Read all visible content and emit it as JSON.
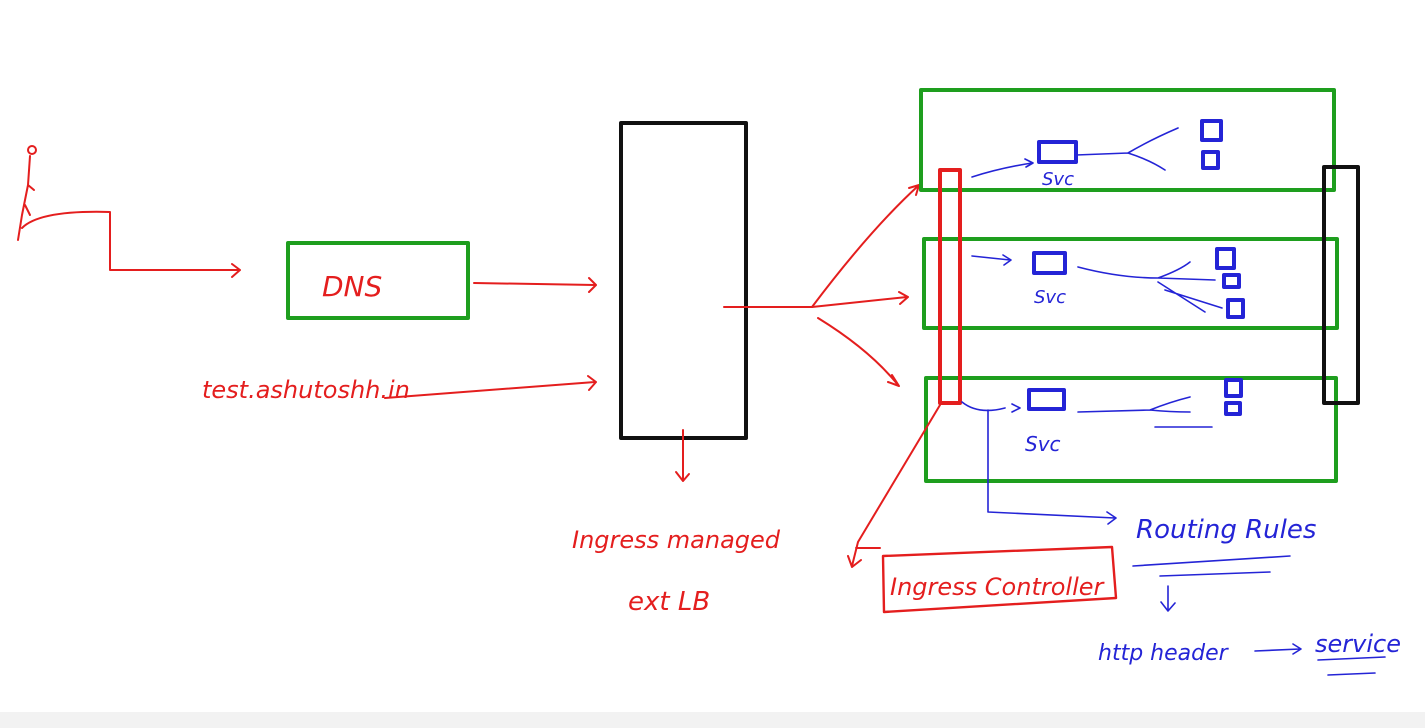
{
  "colors": {
    "red": "#e41e1e",
    "blue": "#2424d6",
    "green": "#1e9e1e",
    "black": "#111111"
  },
  "labels": {
    "dns": "DNS",
    "domain": "test.ashutoshh.in",
    "lb_line1": "Ingress managed",
    "lb_line2": "ext LB",
    "controller": "Ingress Controller",
    "svc1": "Svc",
    "svc2": "Svc",
    "svc3": "Svc",
    "routing": "Routing Rules",
    "http": "http header",
    "service": "service"
  },
  "icons": {
    "user": "stick-figure-icon"
  }
}
